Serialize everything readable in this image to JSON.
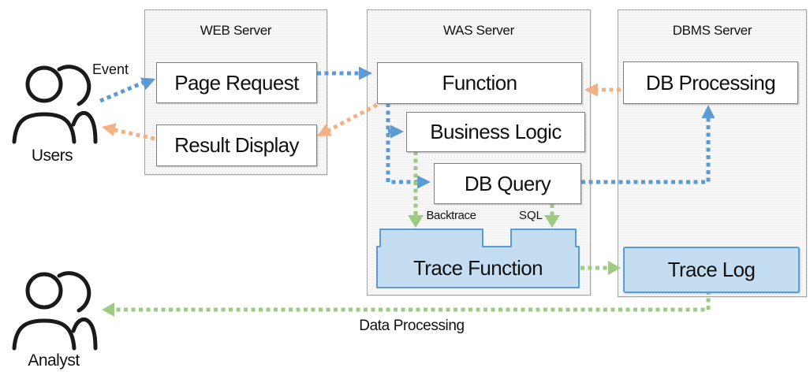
{
  "diagram": {
    "actors": [
      {
        "id": "users",
        "label": "Users"
      },
      {
        "id": "analyst",
        "label": "Analyst"
      }
    ],
    "containers": [
      {
        "id": "web_server",
        "title": "WEB Server",
        "boxes": [
          {
            "id": "page_request",
            "label": "Page Request"
          },
          {
            "id": "result_display",
            "label": "Result Display"
          }
        ]
      },
      {
        "id": "was_server",
        "title": "WAS Server",
        "boxes": [
          {
            "id": "function",
            "label": "Function"
          },
          {
            "id": "business_logic",
            "label": "Business Logic"
          },
          {
            "id": "db_query",
            "label": "DB Query"
          },
          {
            "id": "trace_function",
            "label": "Trace Function",
            "highlighted": true
          }
        ]
      },
      {
        "id": "dbms_server",
        "title": "DBMS Server",
        "boxes": [
          {
            "id": "db_processing",
            "label": "DB Processing"
          },
          {
            "id": "trace_log",
            "label": "Trace Log",
            "highlighted": true
          }
        ]
      }
    ],
    "edge_labels": {
      "event": "Event",
      "backtrace": "Backtrace",
      "sql": "SQL",
      "data_processing": "Data Processing"
    },
    "colors": {
      "request_flow_blue": "#5B9BD5",
      "response_flow_orange": "#F4B183",
      "trace_flow_green": "#9DCB82",
      "highlight_fill": "#C5DDF1",
      "highlight_border": "#5B9BD5",
      "actor_stroke": "#1a1a1a"
    }
  }
}
